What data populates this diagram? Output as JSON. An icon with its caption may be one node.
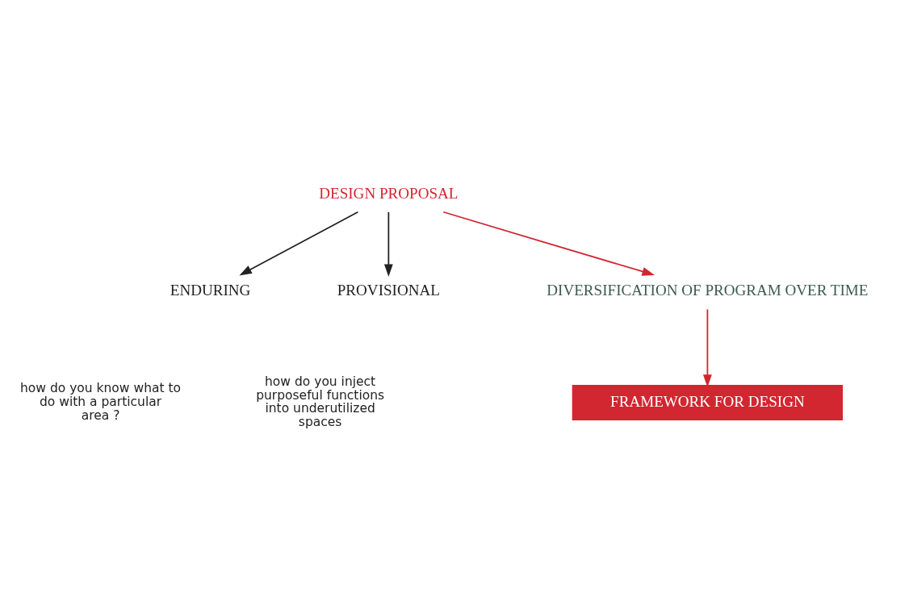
{
  "diagram": {
    "nodes": [
      {
        "text": [
          "DESIGN PROPOSAL"
        ]
      },
      {
        "text": [
          "ENDURING"
        ]
      },
      {
        "text": [
          "PROVISIONAL"
        ]
      },
      {
        "text": [
          "DIVERSIFICATION OF PROGRAM OVER TIME"
        ]
      },
      {
        "text": [
          "FRAMEWORK FOR DESIGN"
        ]
      }
    ],
    "edges": [
      {
        "from": 0,
        "to": 1,
        "arrow": "to",
        "color": "#222222"
      },
      {
        "from": 0,
        "to": 2,
        "arrow": "to",
        "color": "#222222"
      },
      {
        "from": 0,
        "to": 3,
        "arrow": "to",
        "color": "#d22630"
      },
      {
        "from": 3,
        "to": 4,
        "arrow": "to",
        "color": "#d22630"
      }
    ],
    "labels": [
      "how do you know what to do with a particular area ?",
      "how do you inject purposeful functions into underutilized spaces"
    ]
  }
}
